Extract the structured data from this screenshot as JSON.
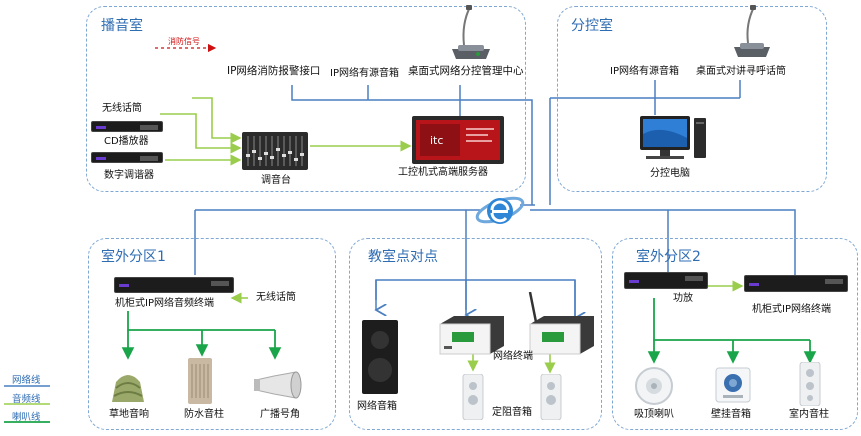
{
  "zones": {
    "broadcast_room": "播音室",
    "sub_control_room": "分控室",
    "outdoor_zone_1": "室外分区1",
    "classroom_p2p": "教室点对点",
    "outdoor_zone_2": "室外分区2"
  },
  "labels": {
    "fire_signal": "消防信号",
    "ip_fire_interface": "IP网络消防报警接口",
    "ip_active_speaker_a": "IP网络有源音箱",
    "desktop_control_center": "桌面式网络分控管理中心",
    "wireless_mic_a": "无线话筒",
    "cd_player": "CD播放器",
    "digital_tuner": "数字调谐器",
    "mixer": "调音台",
    "server": "工控机式高端服务器",
    "ip_active_speaker_b": "IP网络有源音箱",
    "desktop_intercom_mic": "桌面式对讲寻呼话筒",
    "sub_control_pc": "分控电脑",
    "rack_ip_terminal": "机柜式IP网络音频终端",
    "wireless_mic_b": "无线话筒",
    "lawn_speaker": "草地音响",
    "waterproof_column": "防水音柱",
    "horn": "广播号角",
    "network_speaker": "网络音箱",
    "network_terminal": "网络终端",
    "fixed_speaker": "定阻音箱",
    "amplifier": "功放",
    "rack_ip_terminal_2": "机柜式IP网络终端",
    "ceiling_speaker": "吸顶喇叭",
    "wall_speaker": "壁挂音箱",
    "indoor_column": "室内音柱"
  },
  "legend": {
    "network_line": "网络线",
    "audio_line": "音频线",
    "speaker_line": "喇叭线"
  },
  "colors": {
    "network": "#4a7fc1",
    "audio": "#9acd4b",
    "speaker": "#1aa54a",
    "zone_border": "#7fa7d3",
    "zone_title": "#2f6db3",
    "fire_arrow": "#d01010"
  }
}
